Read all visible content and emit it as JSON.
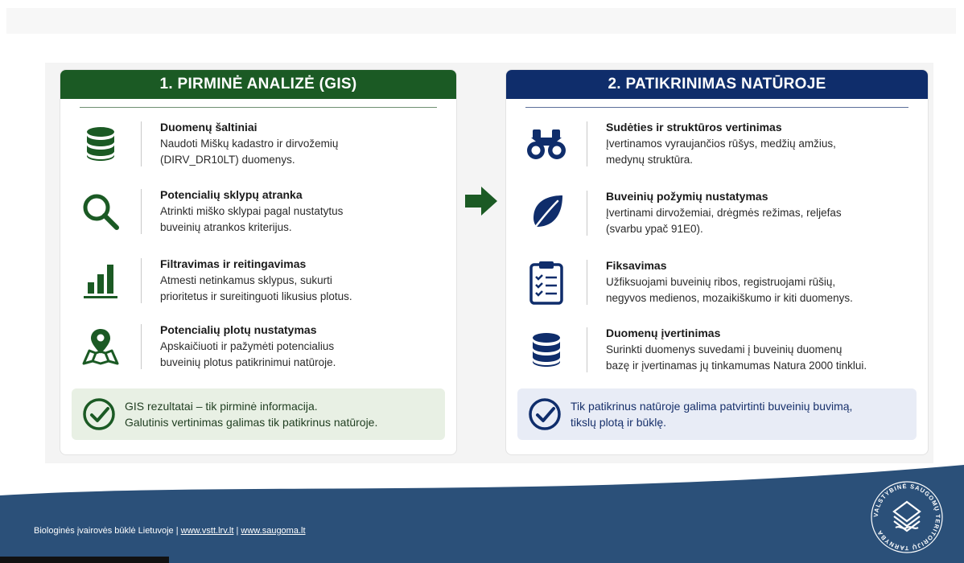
{
  "left_panel": {
    "title": "1. PIRMINĖ ANALIZĖ (GIS)",
    "accent": "#1b5a24",
    "items": [
      {
        "icon": "database-icon",
        "title": "Duomenų šaltiniai",
        "desc1": "Naudoti Miškų kadastro ir dirvožemių",
        "desc2": "(DIRV_DR10LT) duomenys."
      },
      {
        "icon": "magnifier-icon",
        "title": "Potencialių sklypų atranka",
        "desc1": "Atrinkti miško sklypai pagal nustatytus",
        "desc2": "buveinių atrankos kriterijus."
      },
      {
        "icon": "bar-chart-icon",
        "title": "Filtravimas ir reitingavimas",
        "desc1": "Atmesti netinkamus sklypus, sukurti",
        "desc2": "prioritetus ir sureitinguoti likusius plotus."
      },
      {
        "icon": "map-pin-icon",
        "title": "Potencialių plotų nustatymas",
        "desc1": "Apskaičiuoti ir pažymėti potencialius",
        "desc2": "buveinių plotus patikrinimui natūroje."
      }
    ],
    "note": {
      "line1": "GIS rezultatai – tik pirminė informacija.",
      "line2": "Galutinis vertinimas galimas tik patikrinus natūroje."
    }
  },
  "right_panel": {
    "title": "2. PATIKRINIMAS NATŪROJE",
    "accent": "#0f2d6b",
    "items": [
      {
        "icon": "binoculars-icon",
        "title": "Sudėties ir struktūros vertinimas",
        "desc1": "Įvertinamos vyraujančios rūšys, medžių amžius,",
        "desc2": "medynų struktūra."
      },
      {
        "icon": "leaf-icon",
        "title": "Buveinių požymių nustatymas",
        "desc1": "Įvertinami dirvožemiai, drėgmės režimas, reljefas",
        "desc2": "(svarbu ypač 91E0)."
      },
      {
        "icon": "clipboard-icon",
        "title": "Fiksavimas",
        "desc1": "Užfiksuojami buveinių ribos, registruojami rūšių,",
        "desc2": "negyvos medienos, mozaikiškumo ir kiti duomenys."
      },
      {
        "icon": "database-icon",
        "title": "Duomenų įvertinimas",
        "desc1": "Surinkti duomenys suvedami į buveinių duomenų",
        "desc2": "bazę ir įvertinamas jų tinkamumas Natura 2000 tinklui."
      }
    ],
    "note": {
      "line1": "Tik patikrinus natūroje galima patvirtinti buveinių buvimą,",
      "line2": "tikslų plotą ir būklę."
    }
  },
  "footer": {
    "text": "Biologinės įvairovės būklė Lietuvoje | ",
    "link1": "www.vstt.lrv.lt",
    "sep": " | ",
    "link2": "www.saugoma.lt",
    "seal_text": "VALSTYBINĖ SAUGOMŲ TERITORIJŲ TARNYBA",
    "color": "#2b5079"
  }
}
